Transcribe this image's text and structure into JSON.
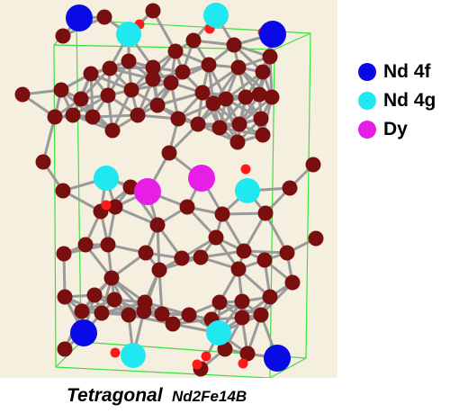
{
  "legend": [
    {
      "label": "Nd 4f",
      "color": "#0a0ae6"
    },
    {
      "label": "Nd 4g",
      "color": "#1fe8f0"
    },
    {
      "label": "Dy",
      "color": "#e61ee6"
    }
  ],
  "caption": {
    "structure": "Tetragonal",
    "formula": "Nd2Fe14B"
  },
  "colors": {
    "background": "#f5efe0",
    "cell": "#3be03b",
    "bond": "#9a9a9a",
    "fe": "#7a0f0f",
    "b": "#ff1a1a"
  }
}
